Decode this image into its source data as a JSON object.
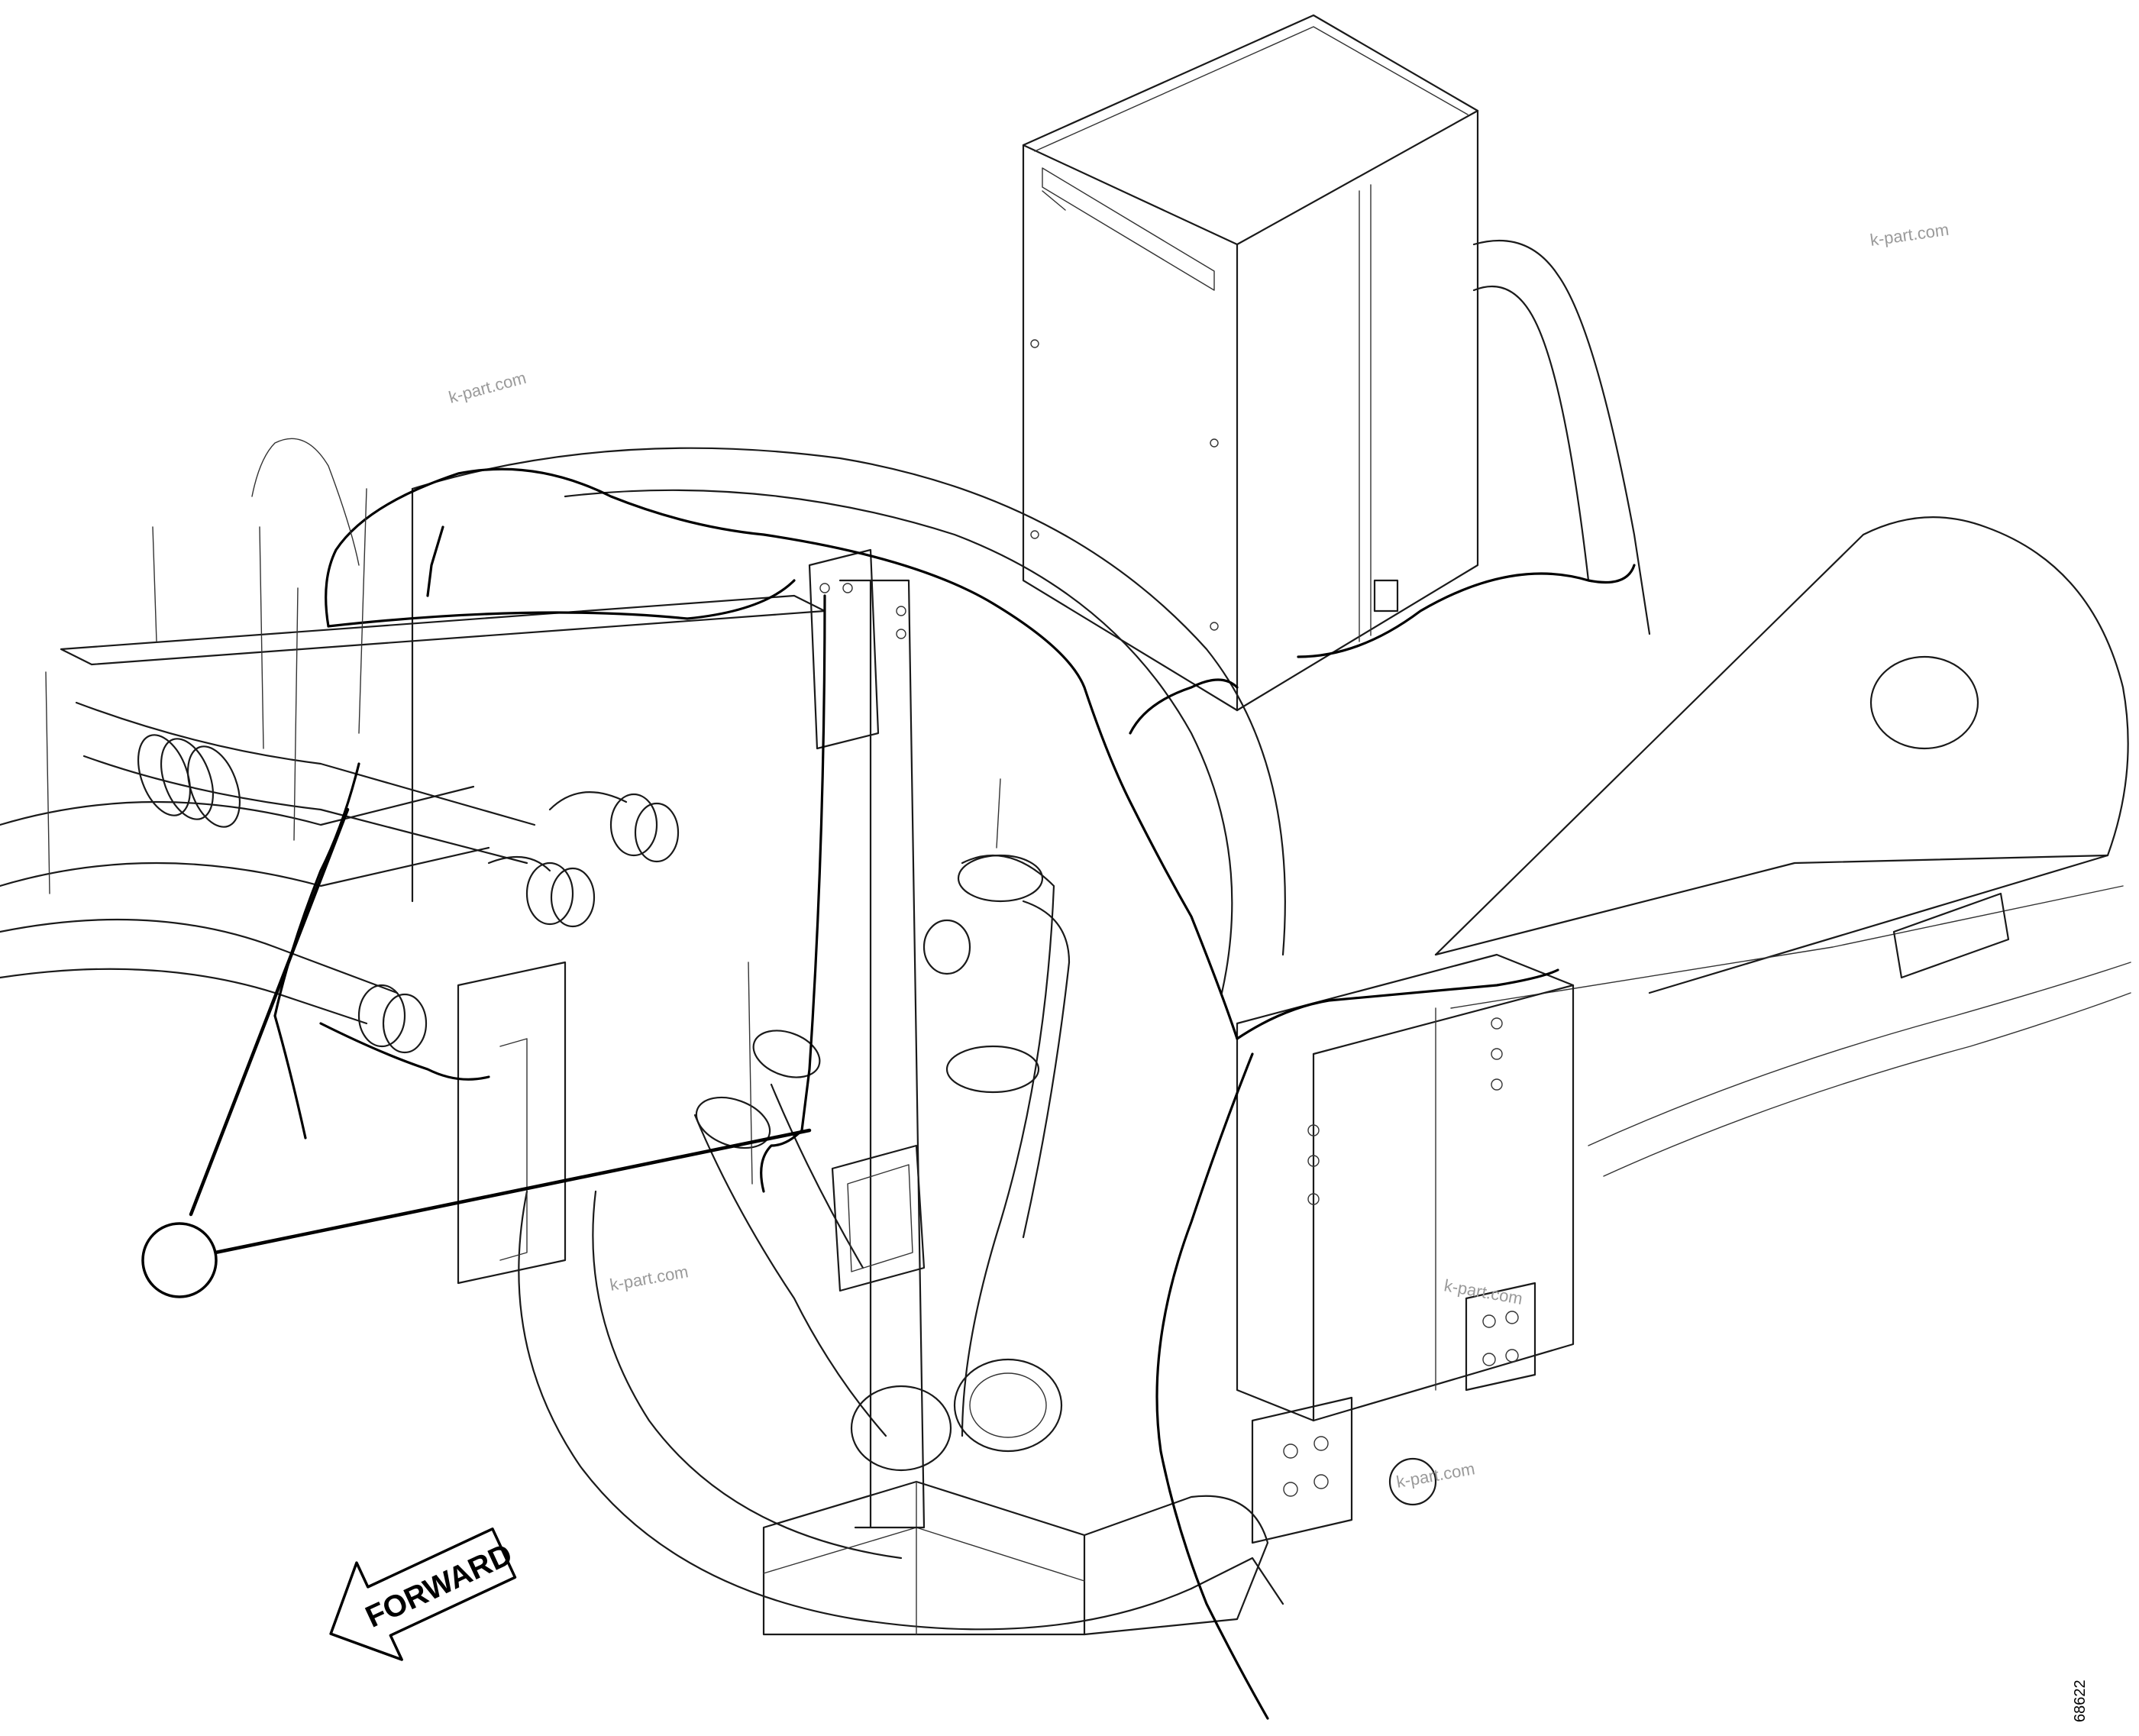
{
  "diagram": {
    "direction_label": "FORWARD",
    "watermarks": [
      "k-part.com",
      "k-part.com",
      "k-part.com",
      "k-part.com",
      "k-part.com"
    ],
    "drawing_number": "68622"
  }
}
